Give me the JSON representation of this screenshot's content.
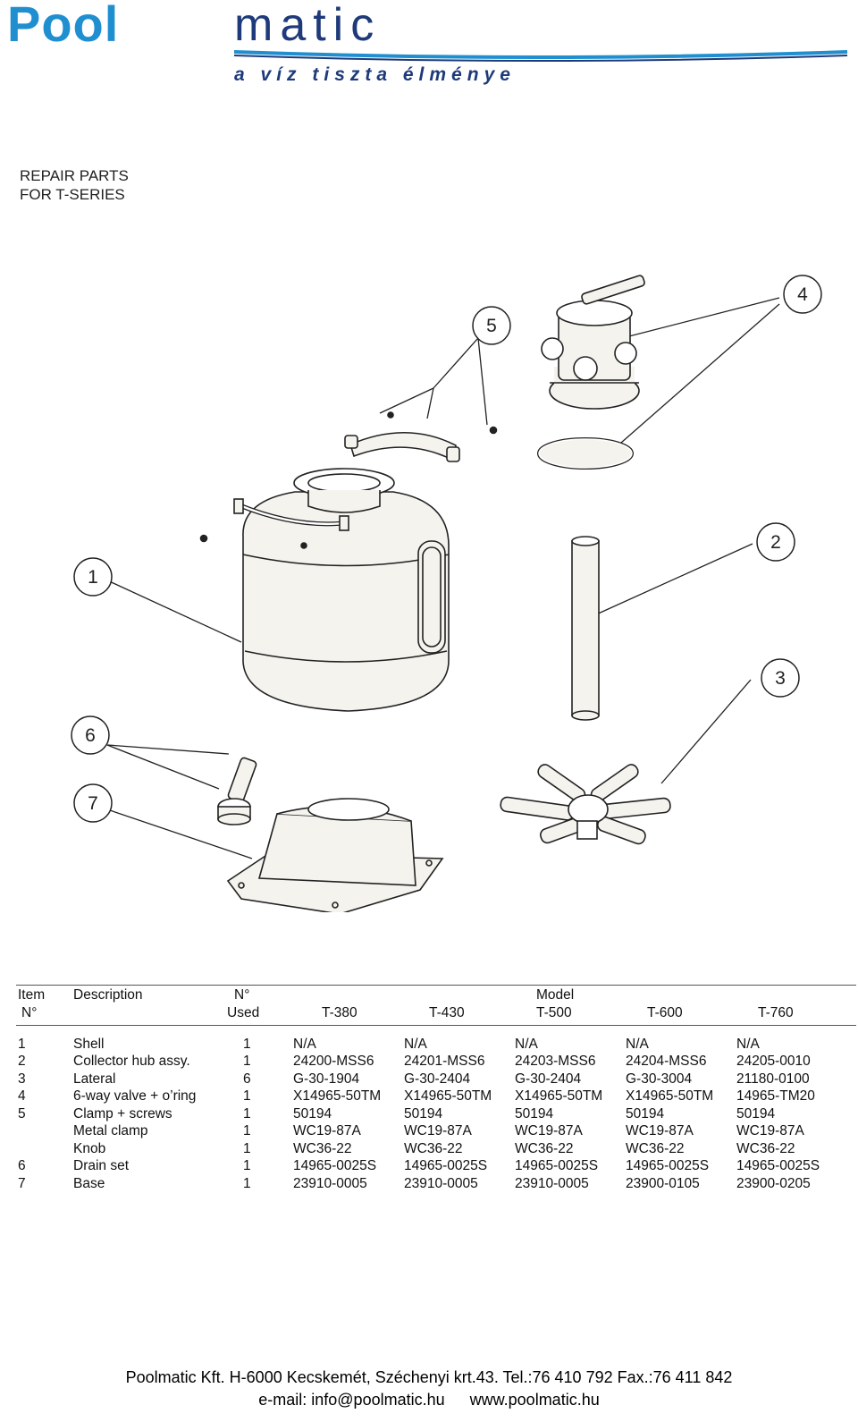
{
  "brand": {
    "name_part1": "Pool",
    "name_part2": "matic",
    "tagline": "a víz tiszta élménye",
    "colors": {
      "light_blue": "#1f8fd0",
      "dark_blue": "#1e3a7a"
    }
  },
  "heading": {
    "line1": "REPAIR PARTS",
    "line2": "FOR T-SERIES"
  },
  "diagram": {
    "callouts": [
      "1",
      "2",
      "3",
      "4",
      "5",
      "6",
      "7"
    ]
  },
  "table": {
    "header": {
      "item": "Item",
      "item_no": "N°",
      "description": "Description",
      "used_top": "N°",
      "used_bottom": "Used",
      "model": "Model",
      "models": [
        "T-380",
        "T-430",
        "T-500",
        "T-600",
        "T-760"
      ]
    },
    "rows": [
      {
        "item": "1",
        "desc": "Shell",
        "used": "1",
        "vals": [
          "N/A",
          "N/A",
          "N/A",
          "N/A",
          "N/A"
        ]
      },
      {
        "item": "2",
        "desc": "Collector hub assy.",
        "used": "1",
        "vals": [
          "24200-MSS6",
          "24201-MSS6",
          "24203-MSS6",
          "24204-MSS6",
          "24205-0010"
        ]
      },
      {
        "item": "3",
        "desc": "Lateral",
        "used": "6",
        "vals": [
          "G-30-1904",
          "G-30-2404",
          "G-30-2404",
          "G-30-3004",
          "21180-0100"
        ]
      },
      {
        "item": "4",
        "desc": "6-way valve + o’ring",
        "used": "1",
        "vals": [
          "X14965-50TM",
          "X14965-50TM",
          "X14965-50TM",
          "X14965-50TM",
          "14965-TM20"
        ]
      },
      {
        "item": "5",
        "desc": "Clamp + screws",
        "used": "1",
        "vals": [
          "50194",
          "50194",
          "50194",
          "50194",
          "50194"
        ]
      },
      {
        "item": "",
        "desc": "Metal clamp",
        "used": "1",
        "vals": [
          "WC19-87A",
          "WC19-87A",
          "WC19-87A",
          "WC19-87A",
          "WC19-87A"
        ]
      },
      {
        "item": "",
        "desc": "Knob",
        "used": "1",
        "vals": [
          "WC36-22",
          "WC36-22",
          "WC36-22",
          "WC36-22",
          "WC36-22"
        ]
      },
      {
        "item": "6",
        "desc": "Drain set",
        "used": "1",
        "vals": [
          "14965-0025S",
          "14965-0025S",
          "14965-0025S",
          "14965-0025S",
          "14965-0025S"
        ]
      },
      {
        "item": "7",
        "desc": "Base",
        "used": "1",
        "vals": [
          "23910-0005",
          "23910-0005",
          "23910-0005",
          "23900-0105",
          "23900-0205"
        ]
      }
    ]
  },
  "footer": {
    "line1": "Poolmatic Kft. H-6000 Kecskemét, Széchenyi krt.43. Tel.:76 410 792 Fax.:76 411 842",
    "email_label": "e-mail: info@poolmatic.hu",
    "website": "www.poolmatic.hu"
  }
}
